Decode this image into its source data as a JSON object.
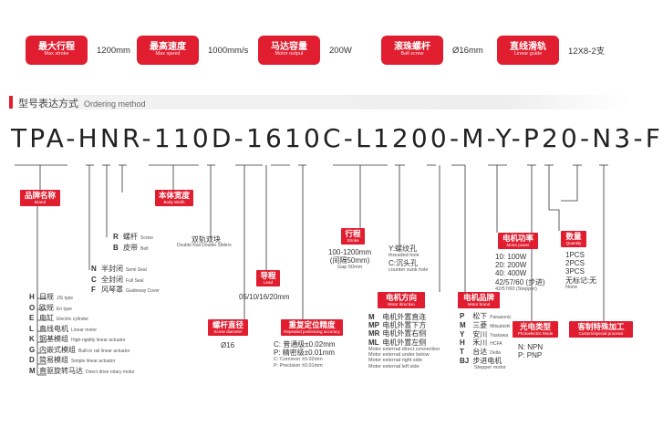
{
  "specs": [
    {
      "cn": "最大行程",
      "en": "Max stroke",
      "value": "1200mm"
    },
    {
      "cn": "最高速度",
      "en": "Max speed",
      "value": "1000mm/s"
    },
    {
      "cn": "马达容量",
      "en": "Motor output",
      "value": "200W"
    },
    {
      "cn": "滚珠螺杆",
      "en": "Ball screw",
      "value": "Ø16mm"
    },
    {
      "cn": "直线滑轨",
      "en": "Linear guide",
      "value": "12X8-2支"
    }
  ],
  "section": {
    "title_cn": "型号表达方式",
    "title_en": "Ordering method"
  },
  "model_code": "TPA-HNR-110D-1610C-L1200-M-Y-P20-N3-F",
  "brand": {
    "label_cn": "品牌名称",
    "label_en": "Brand",
    "items": [
      {
        "k": "H",
        "cn": "日规",
        "en": "JIS type"
      },
      {
        "k": "O",
        "cn": "欧规",
        "en": "En type"
      },
      {
        "k": "E",
        "cn": "电缸",
        "en": "Electric cylinder"
      },
      {
        "k": "L",
        "cn": "直线电机",
        "en": "Linear motor"
      },
      {
        "k": "K",
        "cn": "钢基模组",
        "en": "High-rigidity linear actuator"
      },
      {
        "k": "G",
        "cn": "内嵌式模组",
        "en": "Built-in rail linear actuator"
      },
      {
        "k": "D",
        "cn": "简易模组",
        "en": "Simple linear actuator"
      },
      {
        "k": "M",
        "cn": "直驱旋转马达",
        "en": "Direct drive rotary motor"
      }
    ]
  },
  "drive": {
    "items": [
      {
        "k": "R",
        "cn": "螺杆",
        "en": "Screw"
      },
      {
        "k": "B",
        "cn": "皮带",
        "en": "Belt"
      }
    ]
  },
  "seal": {
    "items": [
      {
        "k": "N",
        "cn": "半封闭",
        "en": "Semi Seal"
      },
      {
        "k": "C",
        "cn": "全封闭",
        "en": "Full Seal"
      },
      {
        "k": "F",
        "cn": "风琴罩",
        "en": "Guideway Cover"
      }
    ]
  },
  "width": {
    "label_cn": "本体宽度",
    "label_en": "Body Width"
  },
  "rail": {
    "cn": "双轨双块",
    "en": "Double Rail Double Sliders"
  },
  "screw": {
    "label_cn": "螺杆直径",
    "label_en": "Screw diameter",
    "value": "Ø16"
  },
  "lead": {
    "label_cn": "导程",
    "label_en": "Lead",
    "value": "05/10/16/20mm"
  },
  "accuracy": {
    "label_cn": "重复定位精度",
    "label_en": "Repeated positioning accuracy",
    "items": [
      {
        "k": "C:",
        "cn": "普通级±0.02mm",
        "en": "C: Common ±0.02mm"
      },
      {
        "k": "P:",
        "cn": "精密级±0.01mm",
        "en": "P: Precision ±0.01mm"
      }
    ]
  },
  "stroke": {
    "label_cn": "行程",
    "label_en": "Stroke",
    "value": "100-1200mm",
    "note": "(间隔50mm)",
    "note_en": "Gap 50mm"
  },
  "hole": {
    "items": [
      {
        "k": "Y:",
        "cn": "螺纹孔",
        "en": "threaded hole"
      },
      {
        "k": "C:",
        "cn": "沉头孔",
        "en": "counter sunk hole"
      }
    ]
  },
  "direction": {
    "label_cn": "电机方向",
    "label_en": "Motor direction",
    "items": [
      {
        "k": "M",
        "cn": "电机外置直连",
        "en": "Motor external direct connection"
      },
      {
        "k": "MP",
        "cn": "电机外置下方",
        "en": "Motor external under below"
      },
      {
        "k": "MR",
        "cn": "电机外置右侧",
        "en": "Motor external right side"
      },
      {
        "k": "ML",
        "cn": "电机外置左侧",
        "en": "Motor external left side"
      }
    ]
  },
  "motor_brand": {
    "label_cn": "电机品牌",
    "label_en": "Motor brand",
    "items": [
      {
        "k": "P",
        "cn": "松下",
        "en": "Panasonic"
      },
      {
        "k": "M",
        "cn": "三菱",
        "en": "Mitsubishi"
      },
      {
        "k": "Y",
        "cn": "安川",
        "en": "Yaskawa"
      },
      {
        "k": "H",
        "cn": "禾川",
        "en": "HCFA"
      },
      {
        "k": "T",
        "cn": "台达",
        "en": "Delta"
      },
      {
        "k": "BJ",
        "cn": "步进电机",
        "en": "Stepper motor"
      }
    ]
  },
  "motor_power": {
    "label_cn": "电机功率",
    "label_en": "Motor power",
    "items": [
      "10: 100W",
      "20: 200W",
      "40: 400W",
      "42/57/60 (步进)"
    ],
    "note_en": "42/57/60 (Stepper)"
  },
  "photo": {
    "label_cn": "光电类型",
    "label_en": "Photoelectric Mode",
    "items": [
      "N: NPN",
      "P: PNP"
    ]
  },
  "quantity": {
    "label_cn": "数量",
    "label_en": "Quantity",
    "items": [
      "1PCS",
      "2PCS",
      "3PCS",
      "无标记:无"
    ],
    "note_en": "None"
  },
  "custom": {
    "label_cn": "客制特殊加工",
    "label_en": "Custom/special processi"
  }
}
